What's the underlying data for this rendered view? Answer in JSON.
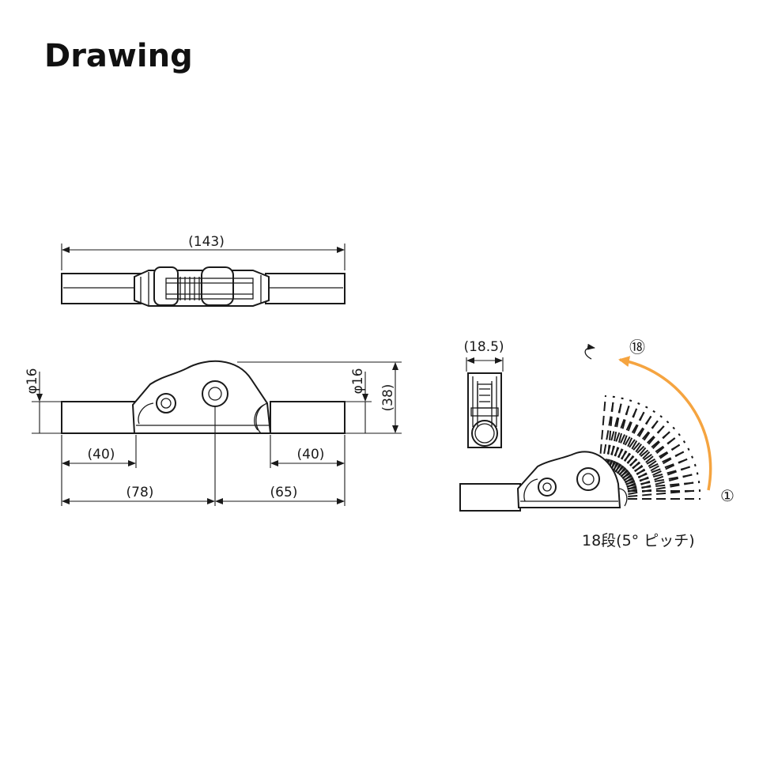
{
  "title": "Drawing",
  "colors": {
    "line": "#1a1a1a",
    "arc": "#f5a440",
    "background": "#ffffff"
  },
  "dimensions": {
    "overall_length": "(143)",
    "diameter_left": "φ16",
    "diameter_right": "φ16",
    "height": "(38)",
    "left_tube": "(40)",
    "right_tube": "(40)",
    "left_to_pivot": "(78)",
    "pivot_to_right": "(65)",
    "width": "(18.5)"
  },
  "adjustment": {
    "start_marker": "①",
    "end_marker": "⑱",
    "steps_note": "18段(5° ピッチ)"
  }
}
